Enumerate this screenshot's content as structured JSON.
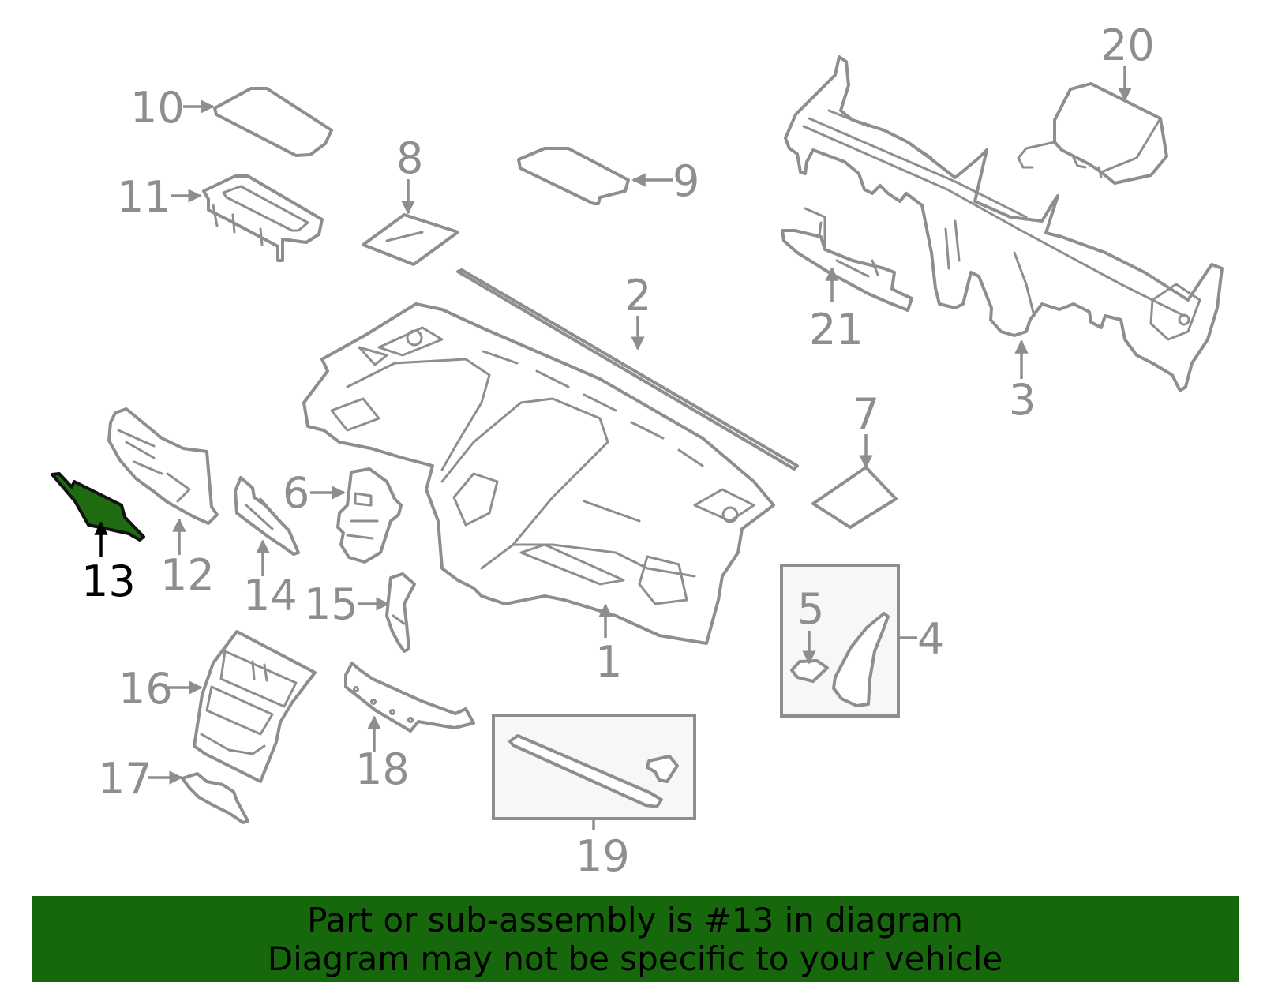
{
  "diagram": {
    "highlighted_part": "13",
    "colors": {
      "highlight": "#1f6b12",
      "banner": "#17680d",
      "line": "#8e8e8e"
    },
    "callouts": [
      {
        "id": "1",
        "label": "1"
      },
      {
        "id": "2",
        "label": "2"
      },
      {
        "id": "3",
        "label": "3"
      },
      {
        "id": "4",
        "label": "4"
      },
      {
        "id": "5",
        "label": "5"
      },
      {
        "id": "6",
        "label": "6"
      },
      {
        "id": "7",
        "label": "7"
      },
      {
        "id": "8",
        "label": "8"
      },
      {
        "id": "9",
        "label": "9"
      },
      {
        "id": "10",
        "label": "10"
      },
      {
        "id": "11",
        "label": "11"
      },
      {
        "id": "12",
        "label": "12"
      },
      {
        "id": "13",
        "label": "13"
      },
      {
        "id": "14",
        "label": "14"
      },
      {
        "id": "15",
        "label": "15"
      },
      {
        "id": "16",
        "label": "16"
      },
      {
        "id": "17",
        "label": "17"
      },
      {
        "id": "18",
        "label": "18"
      },
      {
        "id": "19",
        "label": "19"
      },
      {
        "id": "20",
        "label": "20"
      },
      {
        "id": "21",
        "label": "21"
      }
    ]
  },
  "banner": {
    "line1": "Part or sub-assembly is #13 in diagram",
    "line2": "Diagram may not be specific to your vehicle"
  }
}
